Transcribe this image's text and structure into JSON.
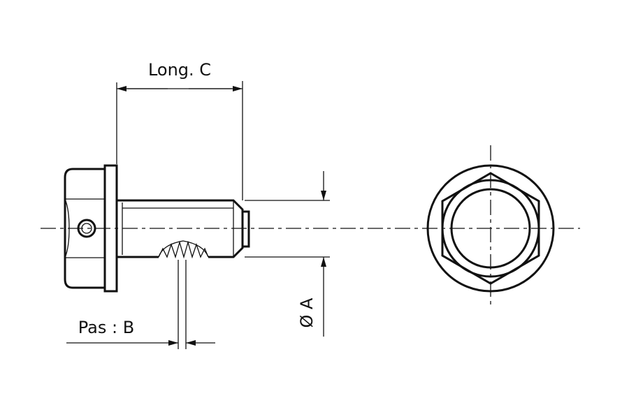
{
  "title": "Bolt technical drawing",
  "labels": {
    "length": "Long. C",
    "diameter": "Ø A",
    "pitch": "Pas : B"
  },
  "colors": {
    "line": "#111111",
    "background": "#ffffff"
  }
}
